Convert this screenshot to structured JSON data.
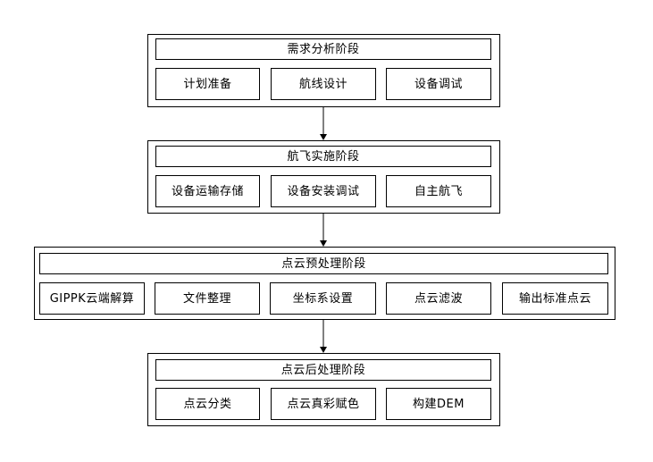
{
  "stages": [
    {
      "title": "需求分析阶段",
      "steps": [
        "计划准备",
        "航线设计",
        "设备调试"
      ]
    },
    {
      "title": "航飞实施阶段",
      "steps": [
        "设备运输存储",
        "设备安装调试",
        "自主航飞"
      ]
    },
    {
      "title": "点云预处理阶段",
      "steps": [
        "GIPPK云端解算",
        "文件整理",
        "坐标系设置",
        "点云滤波",
        "输出标准点云"
      ]
    },
    {
      "title": "点云后处理阶段",
      "steps": [
        "点云分类",
        "点云真彩赋色",
        "构建DEM"
      ]
    }
  ]
}
